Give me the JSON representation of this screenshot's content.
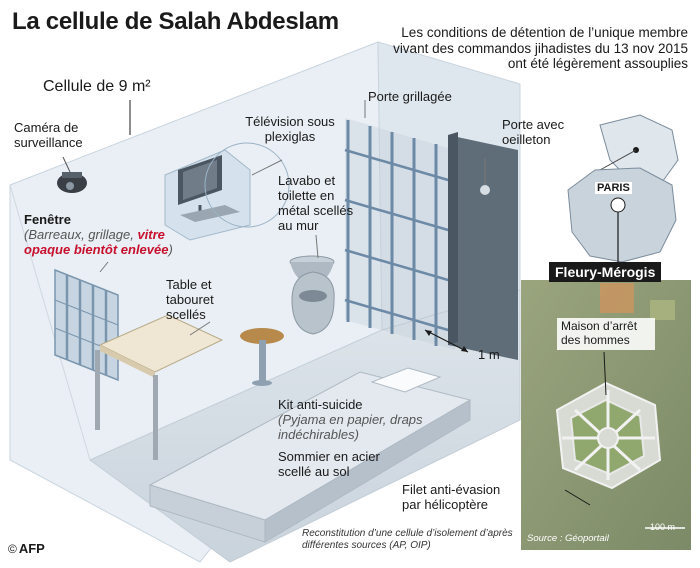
{
  "title": "La cellule de Salah Abdeslam",
  "subtitle": "Les conditions de détention de l’unique membre vivant des commandos jihadistes du 13 nov 2015 ont été légèrement assouplies",
  "labels": {
    "cell_size": "Cellule de 9 m²",
    "camera": "Caméra de surveillance",
    "tv": "Télévision sous plexiglas",
    "barred_door": "Porte grillagée",
    "peephole_door": "Porte avec oeilleton",
    "sink": "Lavabo et toilette en métal scellés au mur",
    "window_title": "Fenêtre",
    "window_note_start": "(Barreaux, grillage, ",
    "window_note_red": "vitre opaque bientôt enlevée",
    "window_note_end": ")",
    "table": "Table et tabouret scellés",
    "scale": "1 m",
    "kit_title": "Kit anti-suicide",
    "kit_note": "(Pyjama en papier, draps indéchirables)",
    "bed": "Sommier en acier scellé au sol",
    "net": "Filet anti-évasion par hélicoptère",
    "reconstruction": "Reconstitution d’une cellule d’isolement d’après différentes sources  (AP, OIP)"
  },
  "map": {
    "paris": "PARIS",
    "location": "Fleury-Mérogis",
    "building": "Maison d’arrêt des hommes",
    "source": "Source : Géoportail",
    "scale": "100 m"
  },
  "credit": {
    "copyright": "©",
    "agency": "AFP"
  },
  "colors": {
    "wall": "#e7eef4",
    "floor": "#d4dde5",
    "furniture": "#ece2cf",
    "bars": "#6b8aa8",
    "door": "#5f6d79",
    "accent_red": "#c8102e",
    "photo_green": "#8a9a72"
  }
}
